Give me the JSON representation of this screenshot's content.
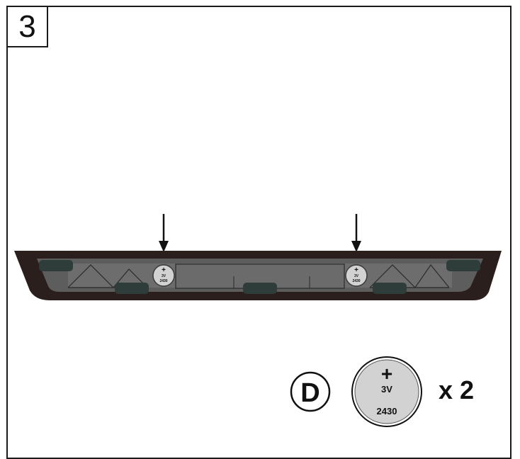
{
  "step": {
    "number": "3"
  },
  "device": {
    "battery_left": {
      "plus": "+",
      "voltage": "3V",
      "model": "2430"
    },
    "battery_right": {
      "plus": "+",
      "voltage": "3V",
      "model": "2430"
    }
  },
  "legend": {
    "letter": "D",
    "battery": {
      "plus": "+",
      "voltage": "3V",
      "model": "2430"
    },
    "quantity": "x 2"
  },
  "colors": {
    "housing_outer": "#2a1f1c",
    "housing_inner": "#5d5d5d",
    "compartment": "#6d6d6d",
    "pad": "#2f3d3a",
    "battery_fill": "#d2d2d2"
  }
}
